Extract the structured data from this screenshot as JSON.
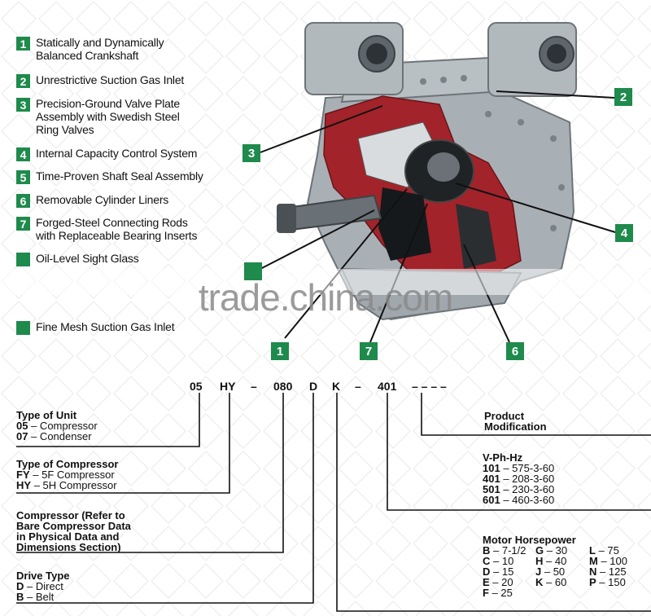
{
  "legend": [
    {
      "num": "1",
      "text": "Statically and Dynamically Balanced Crankshaft",
      "lines": [
        "Statically and Dynamically",
        "Balanced Crankshaft"
      ]
    },
    {
      "num": "2",
      "text": "Unrestrictive Suction Gas Inlet",
      "lines": [
        "Unrestrictive Suction Gas Inlet"
      ]
    },
    {
      "num": "3",
      "text": "Precision-Ground Valve Plate Assembly with Swedish Steel Ring Valves",
      "lines": [
        "Precision-Ground Valve Plate",
        "Assembly with Swedish Steel",
        "Ring Valves"
      ]
    },
    {
      "num": "4",
      "text": "Internal Capacity Control System",
      "lines": [
        "Internal Capacity Control System"
      ]
    },
    {
      "num": "5",
      "text": "Time-Proven Shaft Seal Assembly",
      "lines": [
        "Time-Proven Shaft Seal Assembly"
      ]
    },
    {
      "num": "6",
      "text": "Removable Cylinder Liners",
      "lines": [
        "Removable Cylinder Liners"
      ]
    },
    {
      "num": "7",
      "text": "Forged-Steel Connecting Rods with Replaceable Bearing Inserts",
      "lines": [
        "Forged-Steel Connecting Rods",
        "with Replaceable Bearing Inserts"
      ]
    },
    {
      "num": "",
      "text": "Oil-Level Sight Glass",
      "lines": [
        "Oil-Level Sight Glass"
      ]
    },
    {
      "num": "",
      "text": "Fine Mesh Suction Gas Inlet",
      "lines": [
        "Fine Mesh Suction Gas Inlet"
      ]
    }
  ],
  "callouts": {
    "c1": "1",
    "c2": "2",
    "c3": "3",
    "c4": "4",
    "c6": "6",
    "c7": "7"
  },
  "watermark": "trade.china.com",
  "model_code": {
    "p1": "05",
    "p2": "HY",
    "d1": "–",
    "p3": "080",
    "p4": "D",
    "p5": "K",
    "d2": "–",
    "p6": "401",
    "p7": "– – – –"
  },
  "type_of_unit": {
    "title": "Type of Unit",
    "o1": "05",
    "o1t": "– Compressor",
    "o2": "07",
    "o2t": "– Condenser"
  },
  "type_of_compressor": {
    "title": "Type of Compressor",
    "o1": "FY",
    "o1t": "– 5F Compressor",
    "o2": "HY",
    "o2t": "– 5H Compressor"
  },
  "compressor_ref": {
    "l1": "Compressor (Refer to",
    "l2": "Bare Compressor Data",
    "l3": "in Physical Data and",
    "l4": "Dimensions Section)"
  },
  "drive_type": {
    "title": "Drive Type",
    "o1": "D",
    "o1t": "– Direct",
    "o2": "B",
    "o2t": "– Belt"
  },
  "product_mod": {
    "l1": "Product",
    "l2": "Modification"
  },
  "vphhz": {
    "title": "V-Ph-Hz",
    "rows": [
      {
        "code": "101",
        "val": "– 575-3-60"
      },
      {
        "code": "401",
        "val": "– 208-3-60"
      },
      {
        "code": "501",
        "val": "– 230-3-60"
      },
      {
        "code": "601",
        "val": "– 460-3-60"
      }
    ]
  },
  "motor_hp": {
    "title": "Motor Horsepower",
    "rows": [
      {
        "a": "B",
        "av": "– 7-1/2",
        "b": "G",
        "bv": "– 30",
        "c": "L",
        "cv": "– 75"
      },
      {
        "a": "C",
        "av": "– 10",
        "b": "H",
        "bv": "– 40",
        "c": "M",
        "cv": "– 100"
      },
      {
        "a": "D",
        "av": "– 15",
        "b": "J",
        "bv": "– 50",
        "c": "N",
        "cv": "– 125"
      },
      {
        "a": "E",
        "av": "– 20",
        "b": "K",
        "bv": "– 60",
        "c": "P",
        "cv": "– 150"
      },
      {
        "a": "F",
        "av": "– 25",
        "b": "",
        "bv": "",
        "c": "",
        "cv": ""
      }
    ]
  },
  "colors": {
    "badge": "#1e8a4c",
    "cutaway": "#a3232b",
    "body": "#9ea6ab"
  }
}
